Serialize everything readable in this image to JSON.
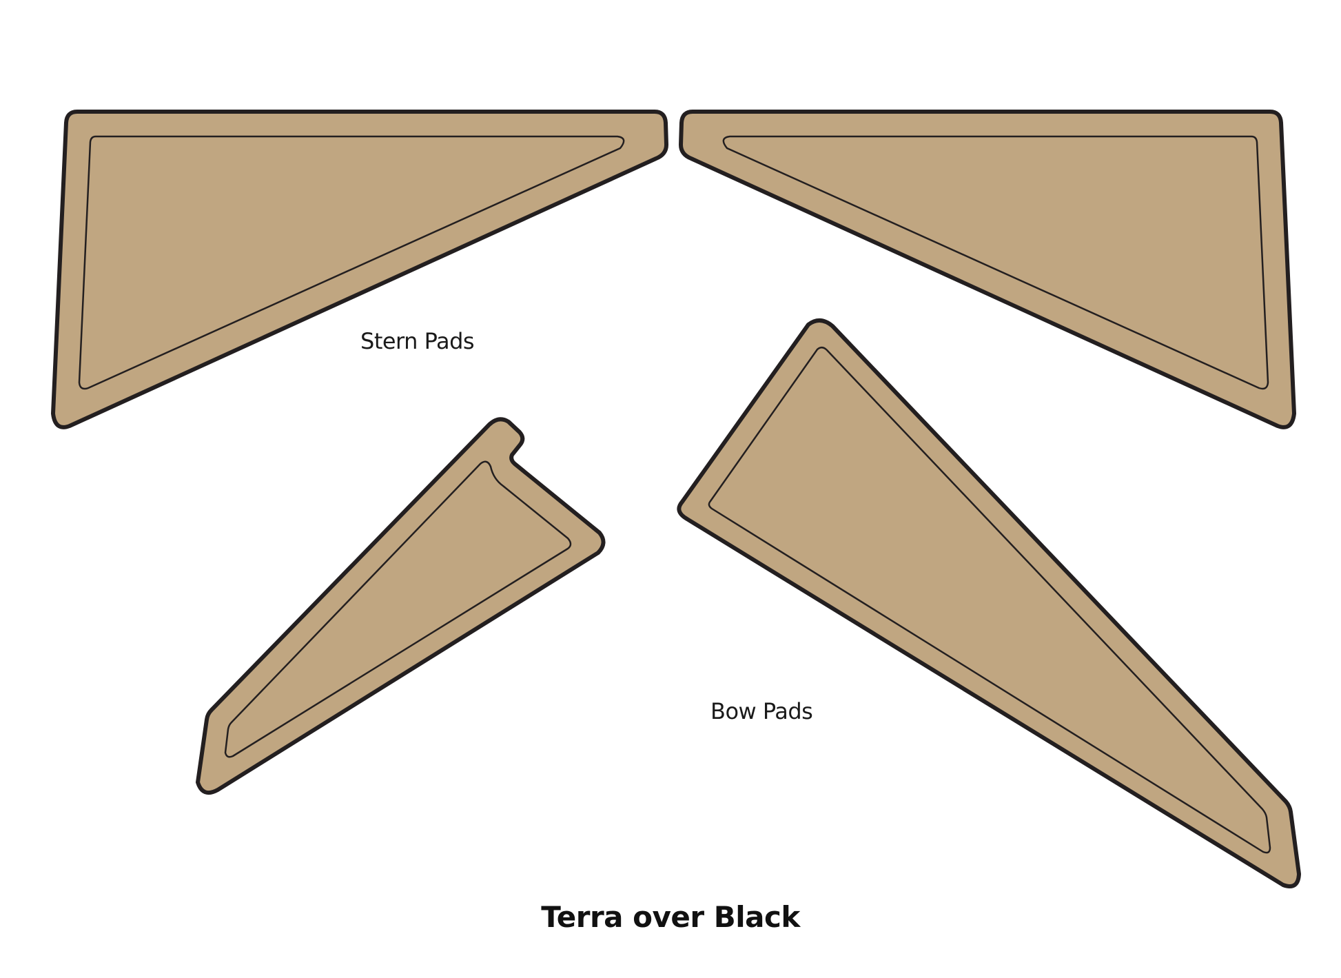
{
  "labels": {
    "stern": "Stern Pads",
    "bow": "Bow Pads"
  },
  "caption": "Terra over Black",
  "colors": {
    "pad_fill": "#c0a681",
    "outline": "#231f20",
    "background": "#ffffff"
  }
}
